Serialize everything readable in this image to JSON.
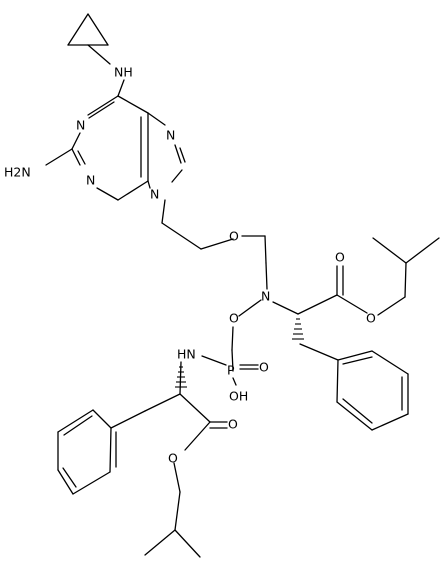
{
  "atoms": {
    "nh_cyclopropyl": "NH",
    "nh2": "H2N",
    "n1": "N",
    "n3": "N",
    "n7": "N",
    "n9": "N",
    "o_ether": "O",
    "n_central": "N",
    "o_ester_right_carbonyl": "O",
    "o_ester_right": "O",
    "o_n_link": "O",
    "nh_phosphoramide": "HN",
    "p": "P",
    "o_p_double": "O",
    "oh": "OH",
    "o_ester_left_carbonyl": "O",
    "o_ester_left": "O"
  }
}
